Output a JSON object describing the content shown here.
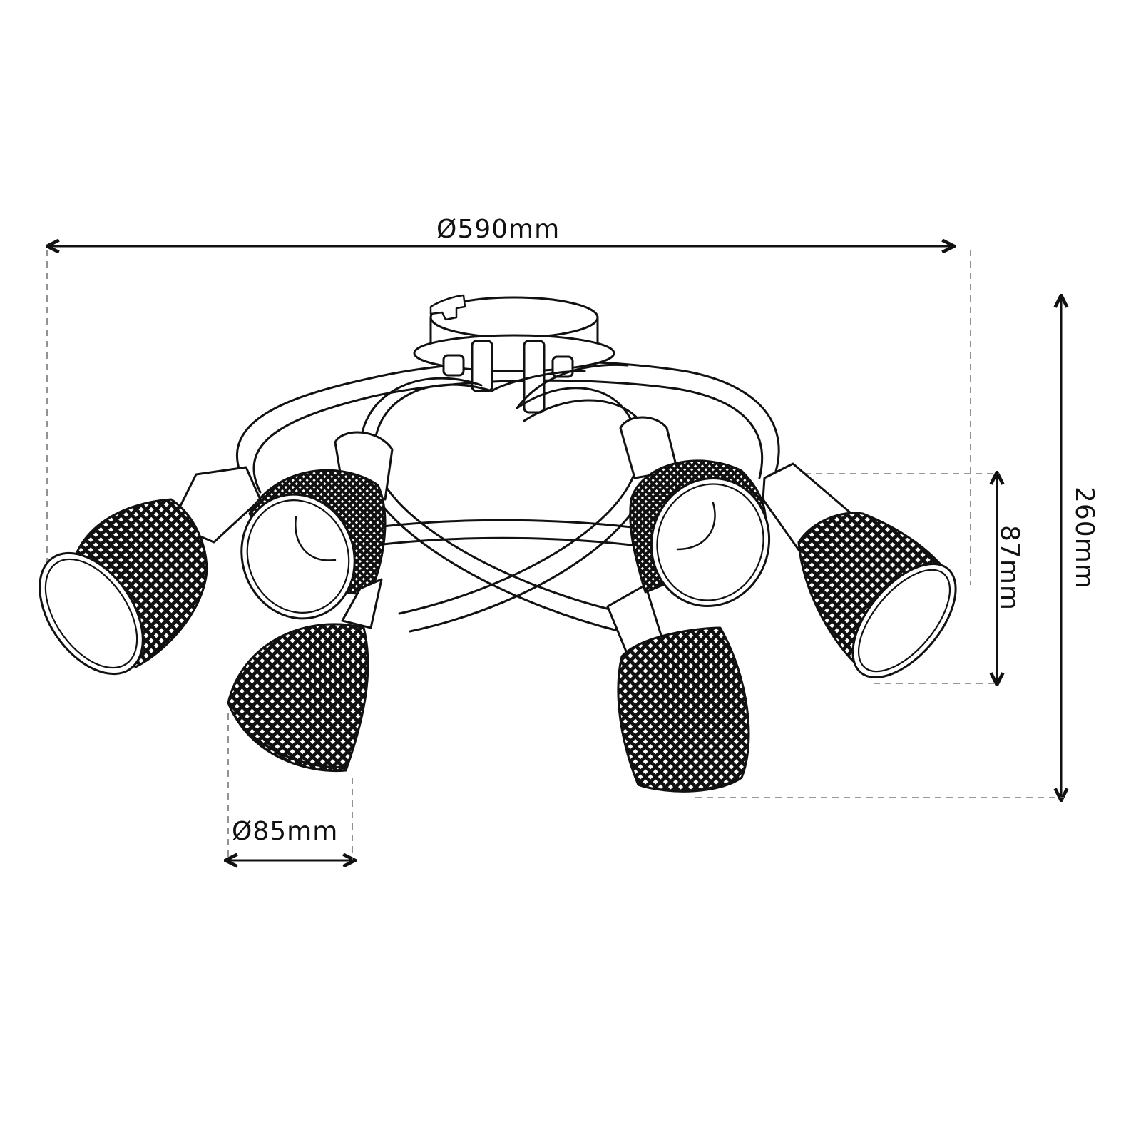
{
  "drawing": {
    "subject": "6-light ceiling spotlight fixture, side elevation",
    "stroke_color": "#111111",
    "dash_color": "#777777",
    "background": "#ffffff"
  },
  "dimensions": {
    "overall_diameter": {
      "label": "Ø590mm",
      "value": 590,
      "unit": "mm",
      "orientation": "horizontal"
    },
    "overall_height": {
      "label": "260mm",
      "value": 260,
      "unit": "mm",
      "orientation": "vertical"
    },
    "spot_height": {
      "label": "87mm",
      "value": 87,
      "unit": "mm",
      "orientation": "vertical"
    },
    "shade_diameter": {
      "label": "Ø85mm",
      "value": 85,
      "unit": "mm",
      "orientation": "horizontal"
    }
  },
  "components": {
    "canopy": "round ceiling canopy with keyhole slot",
    "arms": "interlaced curved tubular arms",
    "shades": [
      {
        "id": "far-left",
        "style": "perforated mesh cone"
      },
      {
        "id": "inner-left",
        "style": "perforated mesh cone"
      },
      {
        "id": "lower-left",
        "style": "perforated mesh cone"
      },
      {
        "id": "lower-right",
        "style": "perforated mesh cone"
      },
      {
        "id": "inner-right",
        "style": "perforated mesh cone"
      },
      {
        "id": "far-right",
        "style": "perforated mesh cone"
      }
    ]
  }
}
